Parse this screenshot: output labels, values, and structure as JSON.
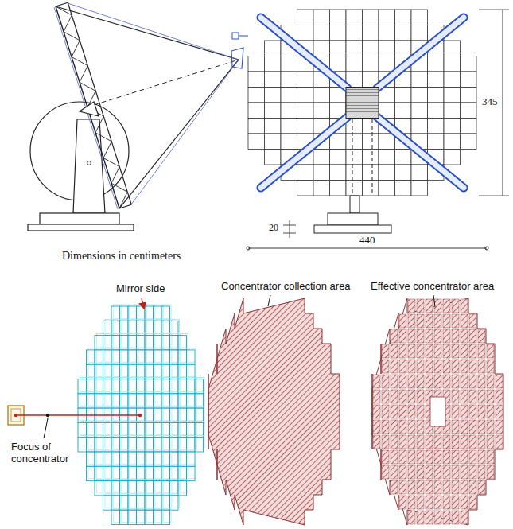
{
  "diagram": {
    "labels": [
      "345",
      "20",
      "440",
      "Dimensions in centimeters",
      "Mirror side",
      "Concentrator collection area",
      "Effective concentrator area",
      "Focus of concentrator"
    ]
  }
}
